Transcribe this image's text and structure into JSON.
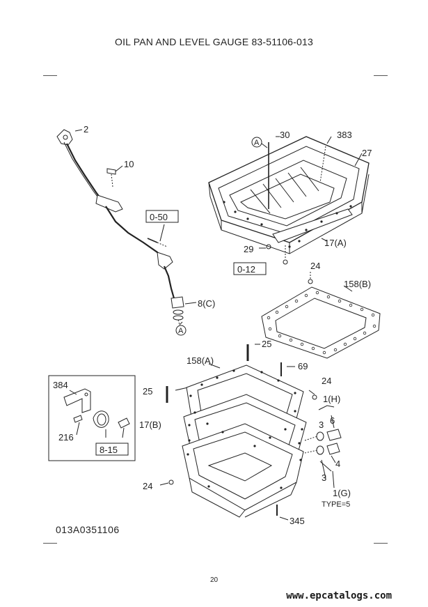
{
  "title": "OIL PAN AND LEVEL GAUGE  83-51106-013",
  "figure_code": "013A0351106",
  "page_number": "20",
  "watermark": "www.epcatalogs.com",
  "callouts": {
    "c2": "2",
    "c10": "10",
    "torque_050": "0-50",
    "c8c": "8(C)",
    "refA1": "A",
    "c30": "30",
    "c383": "383",
    "c27": "27",
    "refA2": "A",
    "c29": "29",
    "c17a": "17(A)",
    "torque_012": "0-12",
    "c24a": "24",
    "c158b": "158(B)",
    "c384": "384",
    "c216": "216",
    "torque_815": "8-15",
    "c25a": "25",
    "c158a": "158(A)",
    "c69": "69",
    "c24b": "24",
    "c25b": "25",
    "c1h": "1(H)",
    "c17b": "17(B)",
    "c3a": "3",
    "c6": "6",
    "c4": "4",
    "c3b": "3",
    "c1g": "1(G)",
    "type5": "TYPE=5",
    "c24c": "24",
    "c345": "345"
  }
}
